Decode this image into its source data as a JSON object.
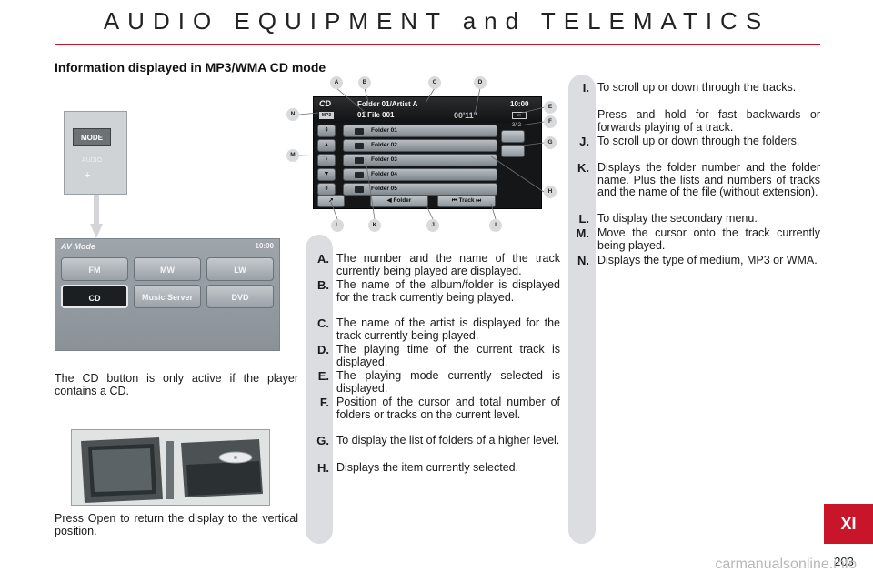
{
  "header": {
    "title": "AUDIO EQUIPMENT and TELEMATICS",
    "accent_color": "#c9152a"
  },
  "section": {
    "heading": "Information displayed in MP3/WMA CD mode"
  },
  "mode_panel": {
    "mode_label": "MODE",
    "audio_label": "AUDIO",
    "plus_glyph": "+"
  },
  "av_screen": {
    "title": "AV Mode",
    "time": "10:00",
    "buttons": [
      "FM",
      "MW",
      "LW",
      "CD",
      "Music Server",
      "DVD"
    ],
    "active_button": "CD"
  },
  "captions": {
    "cd_note": "The CD button is only active if the player contains a CD.",
    "open_note": "Press Open to return the display to the vertical position."
  },
  "diagram": {
    "source_label": "CD",
    "media_label": "MP3",
    "folder_artist": "Folder 01/Artist A",
    "file_name": "01 File 001",
    "clock": "10:00",
    "play_time": "00'11\"",
    "position": "3/ 2",
    "rows": [
      "Folder 01",
      "Folder 02",
      "Folder 03",
      "Folder 04",
      "Folder 05"
    ],
    "footer_buttons": [
      "Folder",
      "Track"
    ],
    "markers": [
      "A",
      "B",
      "C",
      "D",
      "E",
      "F",
      "G",
      "H",
      "I",
      "J",
      "K",
      "L",
      "M",
      "N"
    ]
  },
  "items_left": [
    {
      "key": "A.",
      "text": "The number and the name of the track currently being played are displayed."
    },
    {
      "key": "B.",
      "text": "The name of the album/folder is displayed for the track currently being played."
    },
    {
      "key": "C.",
      "text": "The name of the artist is displayed for the track currently being played."
    },
    {
      "key": "D.",
      "text": "The playing time of the current track is displayed."
    },
    {
      "key": "E.",
      "text": "The playing mode currently selected is displayed."
    },
    {
      "key": "F.",
      "text": "Position of the cursor and total number of folders or tracks on the current level."
    },
    {
      "key": "G.",
      "text": "To display the list of folders of a higher level."
    },
    {
      "key": "H.",
      "text": "Displays the item currently selected."
    }
  ],
  "items_right": [
    {
      "key": "I.",
      "text": "To scroll up or down through the tracks."
    },
    {
      "key": "",
      "text": "Press and hold for fast backwards or forwards playing of a track."
    },
    {
      "key": "J.",
      "text": "To scroll up or down through the folders."
    },
    {
      "key": "K.",
      "text": "Displays the folder number and the folder name. Plus the lists and numbers of tracks and the name of the file (without extension)."
    },
    {
      "key": "L.",
      "text": "To display the secondary menu."
    },
    {
      "key": "M.",
      "text": "Move the cursor onto the track currently being played."
    },
    {
      "key": "N.",
      "text": "Displays the type of medium, MP3 or WMA."
    }
  ],
  "footer": {
    "chapter": "XI",
    "page_number": "203",
    "watermark": "carmanualsonline.info"
  }
}
